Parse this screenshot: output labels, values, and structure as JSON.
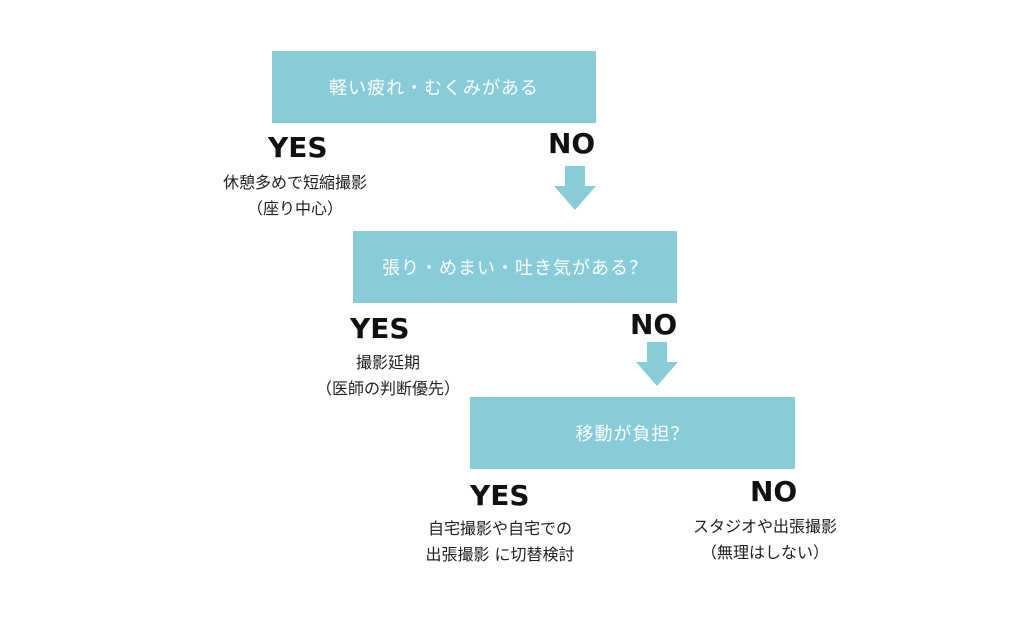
{
  "diagram": {
    "colors": {
      "box": "#87CCD8",
      "arrow": "#87CCD8",
      "box_text": "#ffffff",
      "label_text": "#111111"
    },
    "q1": {
      "question": "軽い疲れ・むくみがある",
      "yes_label": "YES",
      "no_label": "NO",
      "yes_outcome": {
        "line1": "休憩多めで短縮撮影",
        "line2": "（座り中心）"
      }
    },
    "q2": {
      "question": "張り・めまい・吐き気がある？",
      "yes_label": "YES",
      "no_label": "NO",
      "yes_outcome": {
        "line1": "撮影延期",
        "line2": "（医師の判断優先）"
      }
    },
    "q3": {
      "question": "移動が負担？",
      "yes_label": "YES",
      "no_label": "NO",
      "yes_outcome": {
        "line1": "自宅撮影や自宅での",
        "line2": "出張撮影 に切替検討"
      },
      "no_outcome": {
        "line1": "スタジオや出張撮影",
        "line2": "（無理はしない）"
      }
    }
  }
}
